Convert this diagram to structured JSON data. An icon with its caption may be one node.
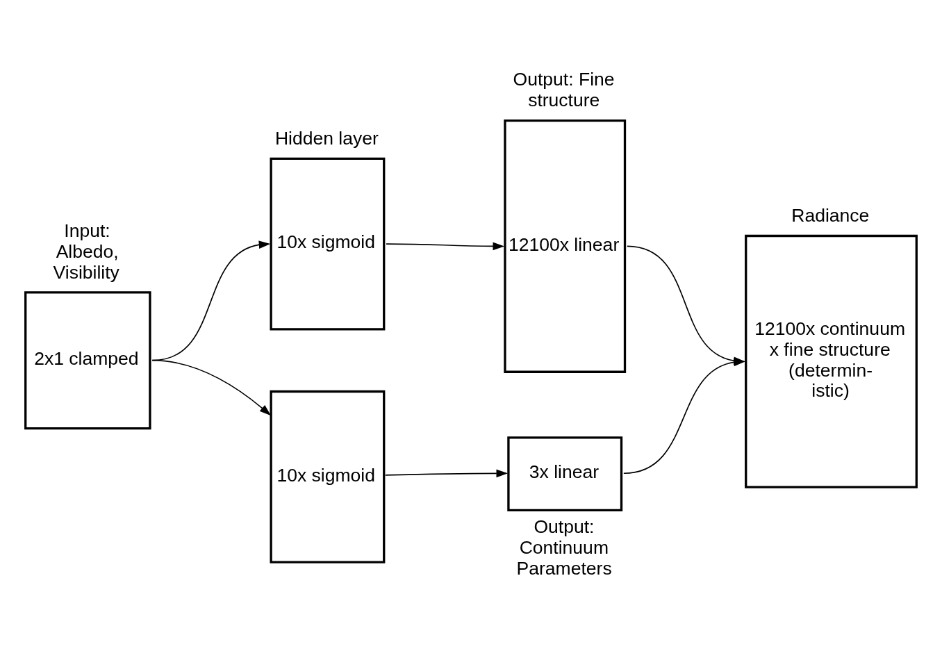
{
  "diagram": {
    "nodes": [
      {
        "text": [
          "Input: Albedo, Visibility",
          "2x1 clamped"
        ]
      },
      {
        "text": [
          "Hidden layer",
          "10x sigmoid"
        ]
      },
      {
        "text": [
          "10x sigmoid"
        ]
      },
      {
        "text": [
          "Output: Fine structure",
          "12100x linear"
        ]
      },
      {
        "text": [
          "3x linear"
        ],
        "beside": [
          "Output: Continuum Parameters"
        ]
      },
      {
        "text": [
          "Radiance",
          "12100x continuum x fine structure (determin- istic)"
        ]
      }
    ],
    "edges": [
      {
        "from": 0,
        "to": 1,
        "arrow": "to"
      },
      {
        "from": 0,
        "to": 2,
        "arrow": "to"
      },
      {
        "from": 1,
        "to": 3,
        "arrow": "to"
      },
      {
        "from": 2,
        "to": 4,
        "arrow": "to"
      },
      {
        "from": 3,
        "to": 5,
        "arrow": "to"
      },
      {
        "from": 4,
        "to": 5,
        "arrow": "to"
      }
    ]
  }
}
